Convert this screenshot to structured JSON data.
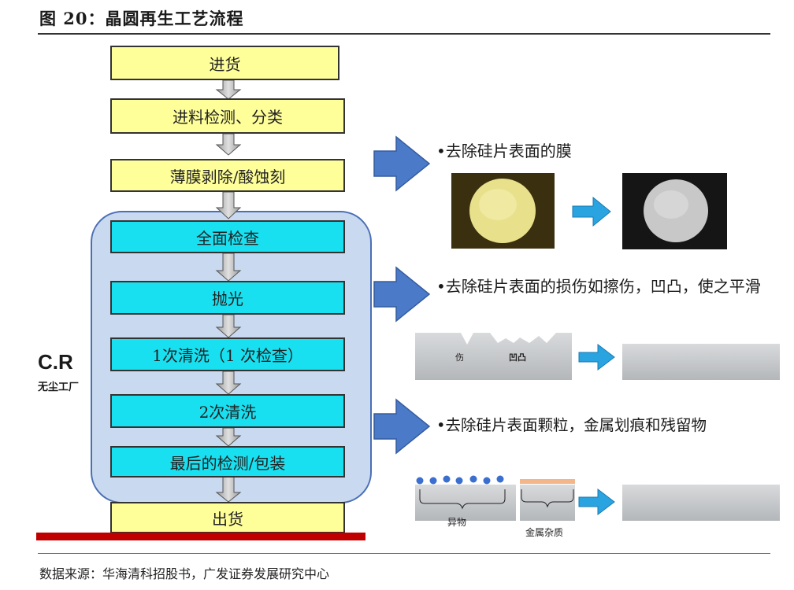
{
  "figure": {
    "title": "图 20：晶圆再生工艺流程",
    "source": "数据来源：华海清科招股书，广发证券发展研究中心"
  },
  "flow": {
    "steps": [
      {
        "label": "进货"
      },
      {
        "label": "进料检测、分类"
      },
      {
        "label": "薄膜剥除/酸蚀刻"
      },
      {
        "label": "全面检查"
      },
      {
        "label": "抛光"
      },
      {
        "label": "1次清洗（1 次检查）"
      },
      {
        "label": "2次清洗"
      },
      {
        "label": "最后的检测/包装"
      },
      {
        "label": "出货"
      }
    ],
    "cleanroom": {
      "label": "C.R",
      "sublabel": "无尘工厂"
    }
  },
  "notes": [
    {
      "text": "•去除硅片表面的膜"
    },
    {
      "text": "•去除硅片表面的损伤如擦伤，凹凸，使之平滑"
    },
    {
      "text": "•去除硅片表面颗粒，金属划痕和残留物"
    }
  ],
  "illustrations": {
    "damage": {
      "label_scratch": "伤",
      "label_bump": "凹凸"
    },
    "contamination": {
      "label_particles": "异物",
      "label_metal": "金属杂质"
    }
  },
  "colors": {
    "step_yellow": "#ffff99",
    "step_cyan": "#19e0f0",
    "cleanroom_fill": "#c9d9ef",
    "arrow_blue": "#4a7ac8",
    "arrow_light": "#2aa4e0"
  }
}
